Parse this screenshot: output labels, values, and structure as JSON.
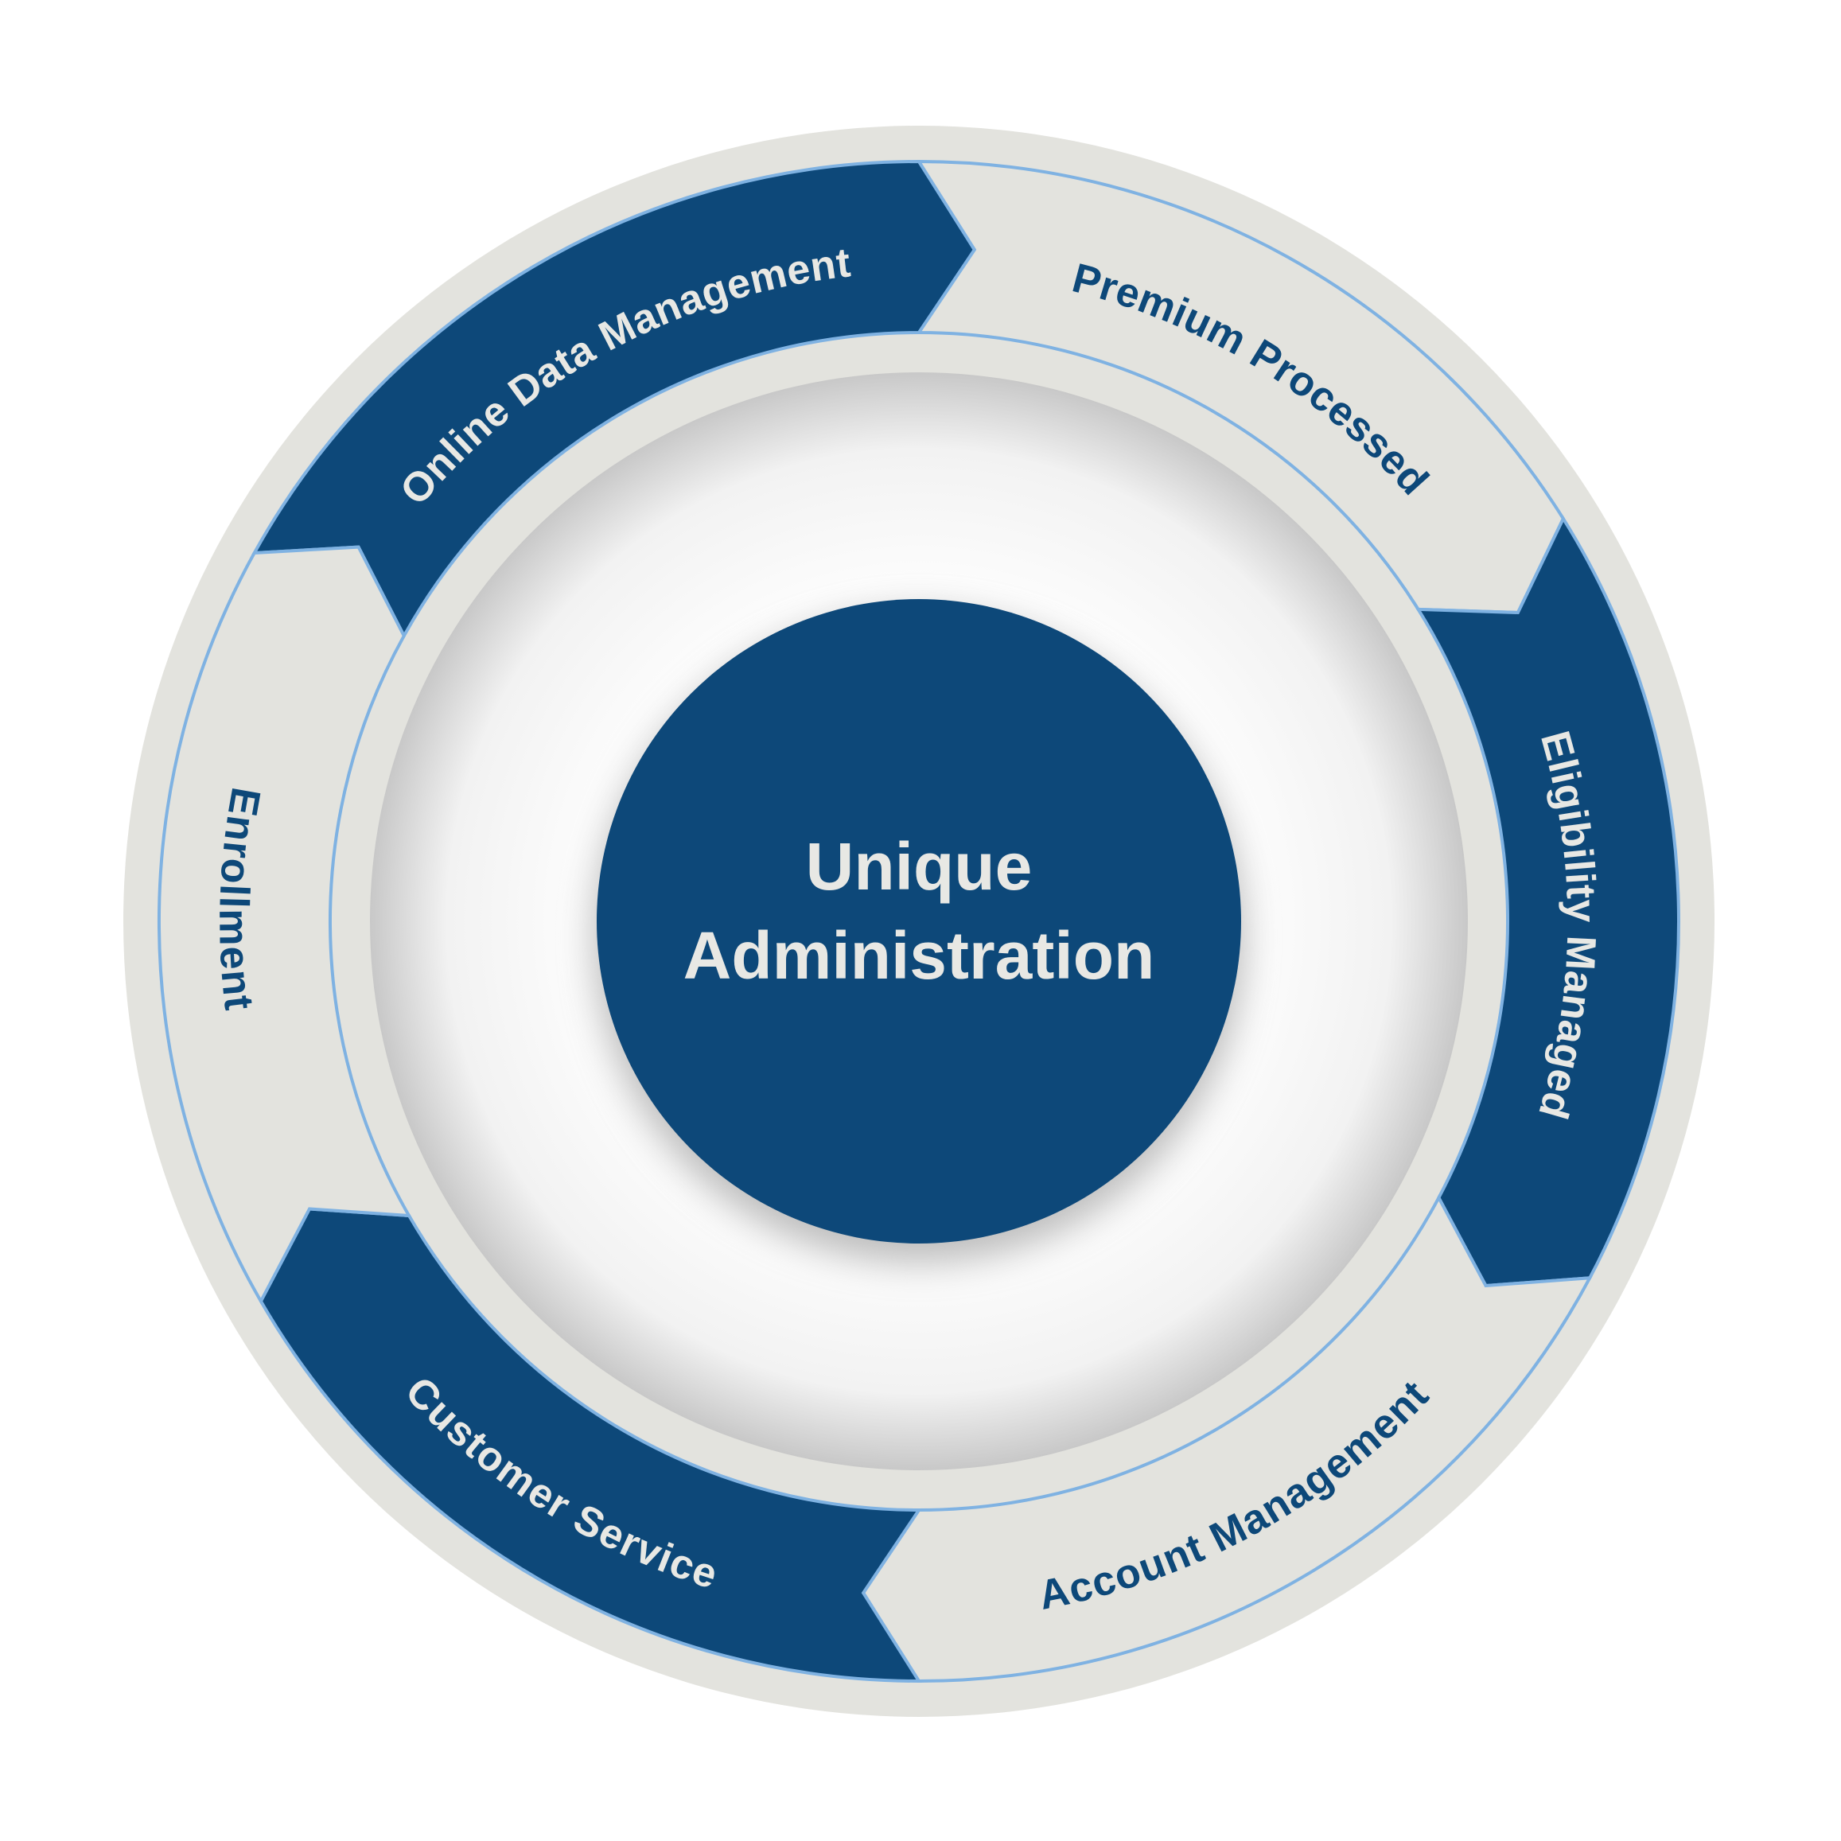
{
  "center": {
    "line1": "Unique",
    "line2": "Administration"
  },
  "segments": [
    {
      "label": "Online Data Management",
      "style": "dark"
    },
    {
      "label": "Premium Processed",
      "style": "light"
    },
    {
      "label": "Eligibility Managed",
      "style": "dark"
    },
    {
      "label": "Account Management",
      "style": "light"
    },
    {
      "label": "Customer Service",
      "style": "dark"
    },
    {
      "label": "Enrollment",
      "style": "light"
    }
  ],
  "colors": {
    "dark": "#0d4879",
    "light": "#e3e3de",
    "accent": "#7fb2e2",
    "text_on_dark": "#e8e8e4",
    "text_on_light": "#0d4879",
    "background": "#ffffff"
  }
}
